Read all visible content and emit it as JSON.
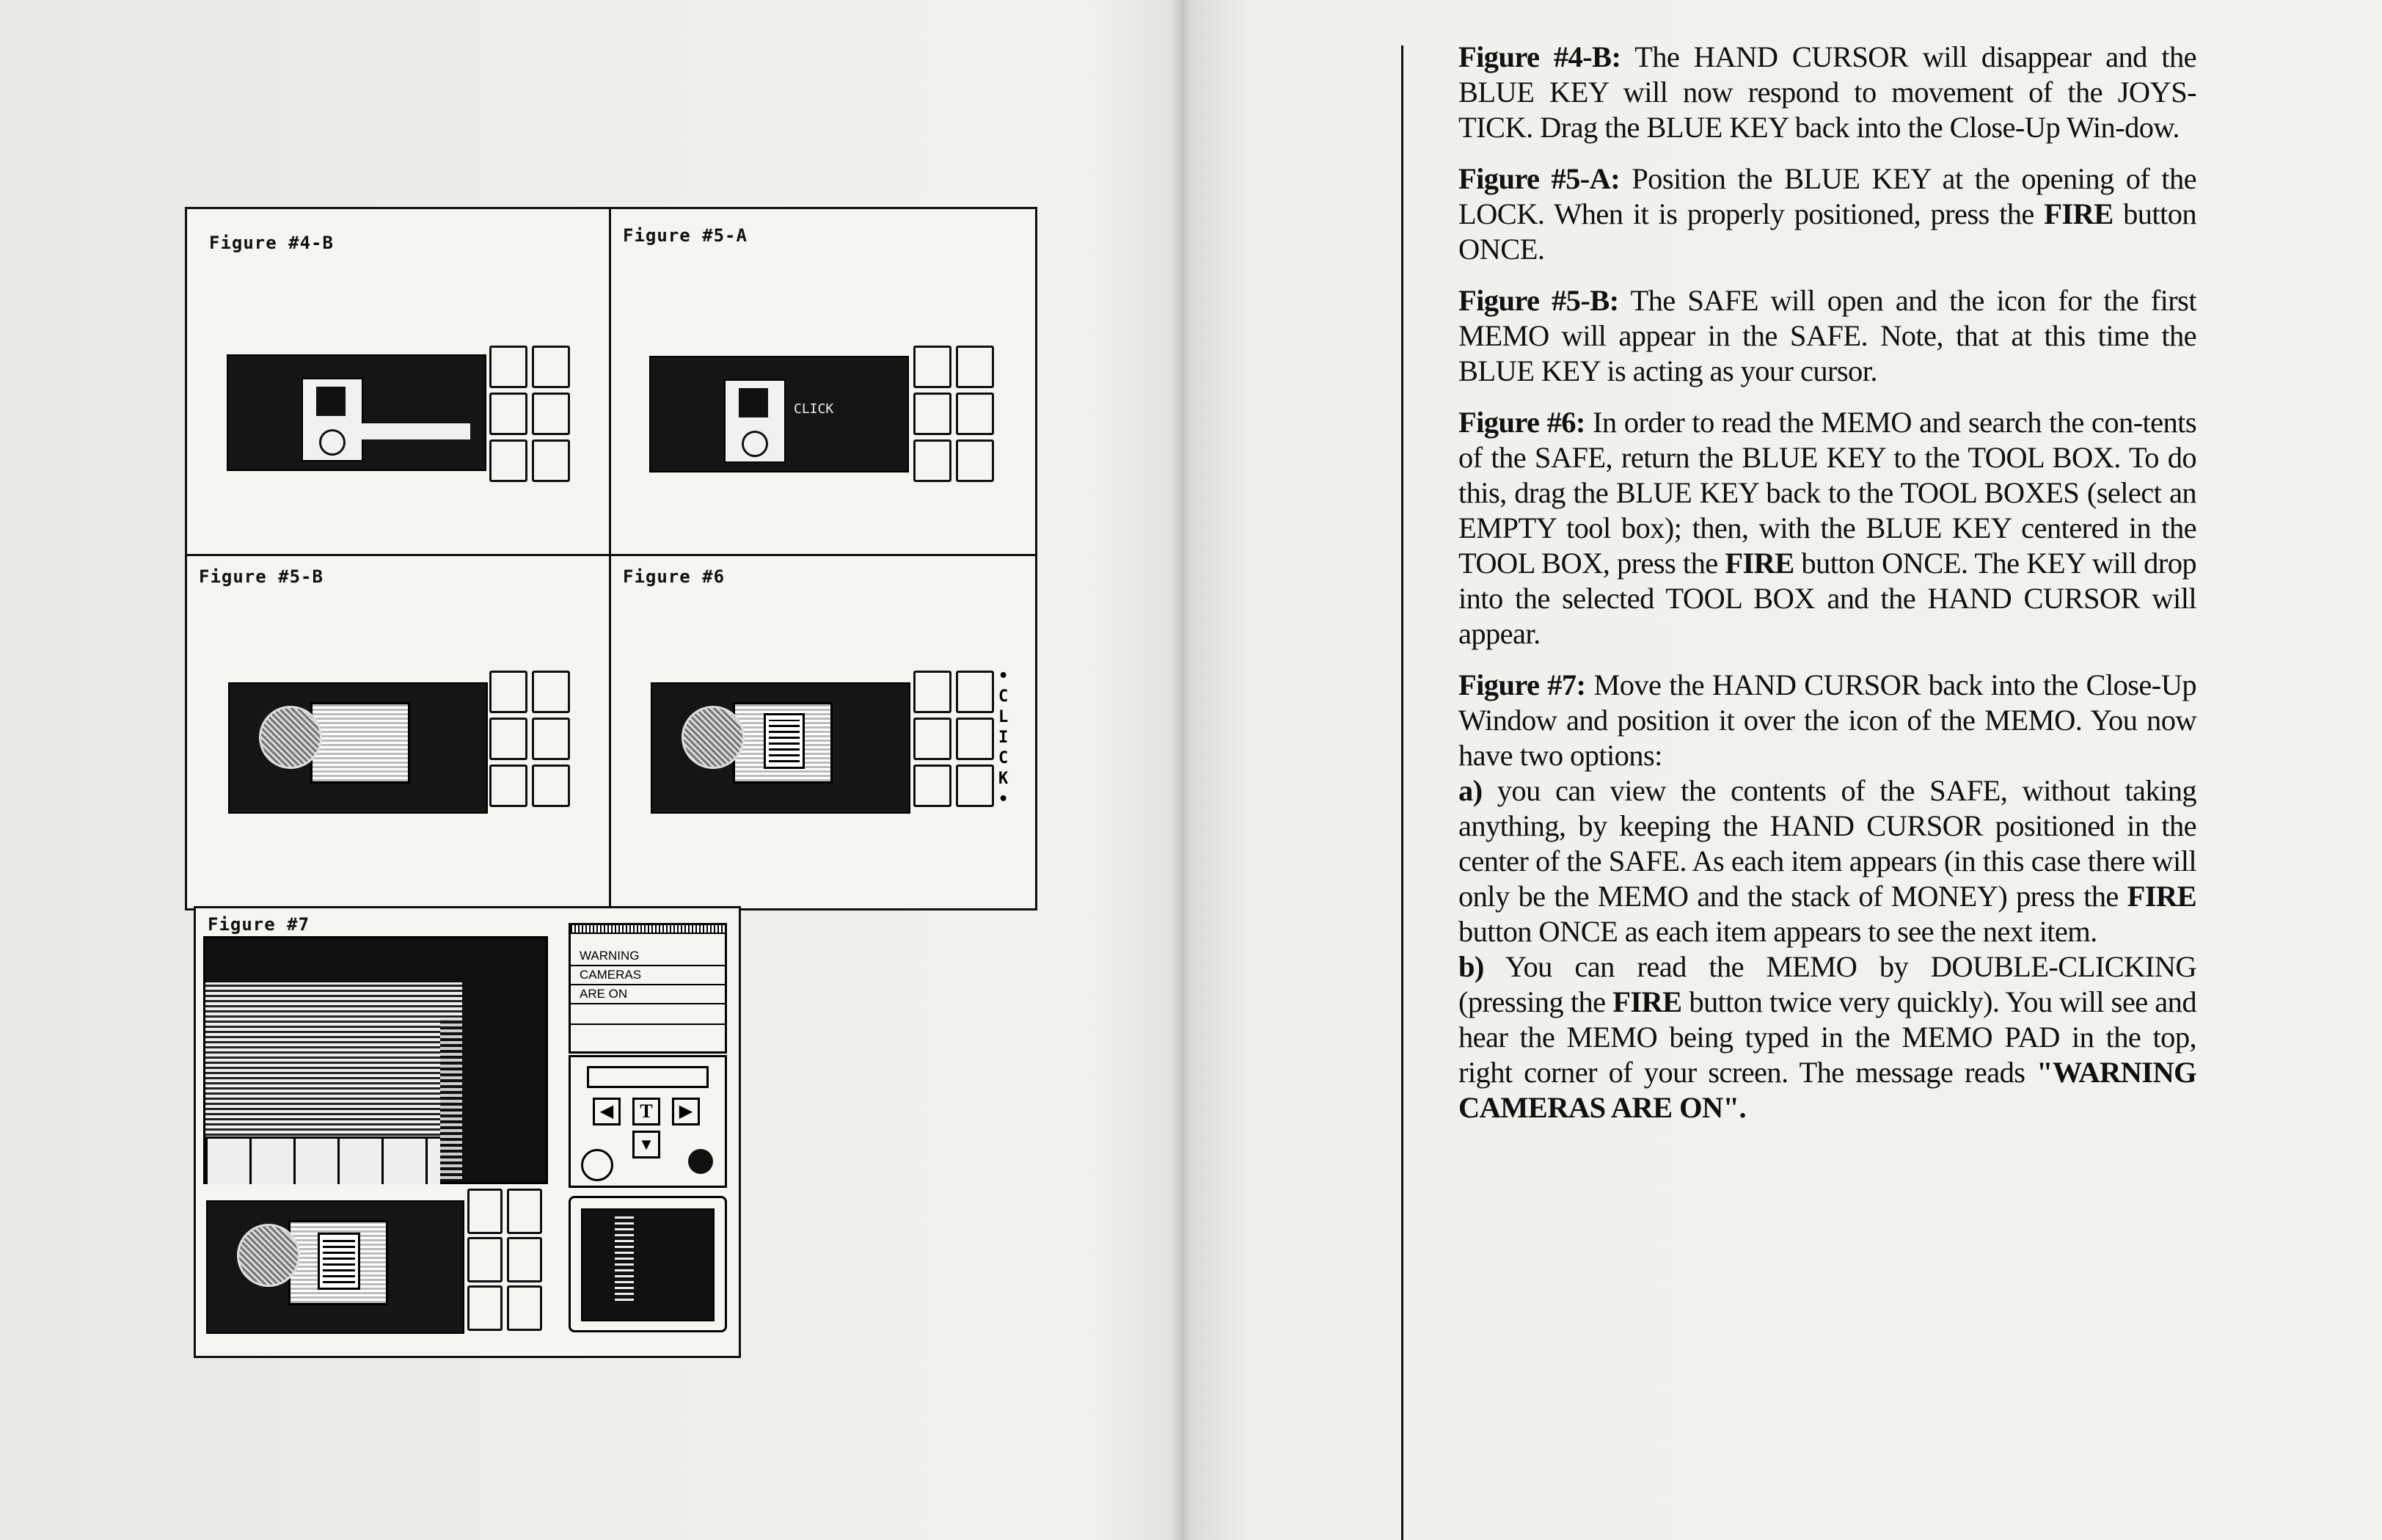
{
  "figures": {
    "fig_4b": "Figure #4-B",
    "fig_5a": "Figure #5-A",
    "fig_5b": "Figure #5-B",
    "fig_6": "Figure #6",
    "fig_7": "Figure #7",
    "click_5a": "CLICK",
    "click_6": "•CLICK•"
  },
  "memo_pad": {
    "line1": "WARNING",
    "line2": "CAMERAS",
    "line3": "ARE ON"
  },
  "text": {
    "p1_label": "Figure #4-B:",
    "p1_body": " The HAND CURSOR will disappear and the BLUE KEY will now respond to movement of the JOYS-TICK. Drag the BLUE KEY back into the Close-Up Win-dow.",
    "p2_label": "Figure #5-A:",
    "p2_body": " Position the BLUE KEY at the opening of the LOCK. When it is properly positioned, press the ",
    "p2_fire": "FIRE",
    "p2_end": " button ONCE.",
    "p3_label": "Figure #5-B:",
    "p3_body": " The SAFE will open and the icon for the first MEMO will appear in the SAFE. Note, that at this time the BLUE KEY is acting as your cursor.",
    "p4_label": "Figure #6:",
    "p4_body": " In order to read the MEMO and search the con-tents of the SAFE, return the BLUE KEY to the TOOL BOX. To do this, drag the BLUE KEY back to the TOOL BOXES (select an EMPTY tool box); then, with the BLUE KEY centered in the TOOL BOX, press the ",
    "p4_fire": "FIRE",
    "p4_end": " button ONCE. The KEY will drop into the selected TOOL BOX and the HAND CURSOR will appear.",
    "p5_label": "Figure #7:",
    "p5_body": " Move the HAND CURSOR back into the Close-Up Window and position it over the icon of the MEMO. You now have two options:",
    "pa_label": "a)",
    "pa_body": " you can view the contents of the SAFE, without taking anything, by keeping the HAND CURSOR positioned in the center of the SAFE. As each item appears (in this case there will only be the MEMO and the stack of MONEY) press the ",
    "pa_fire": "FIRE",
    "pa_end": " button ONCE as each item appears to see the next item.",
    "pb_label": "b)",
    "pb_body": " You can read the MEMO by DOUBLE-CLICKING (pressing the ",
    "pb_fire": "FIRE",
    "pb_mid": " button twice very quickly). You will see and hear the MEMO being typed in the MEMO PAD in the top, right corner of your screen. The message reads ",
    "pb_quote": "\"WARNING CAMERAS ARE ON\"."
  }
}
